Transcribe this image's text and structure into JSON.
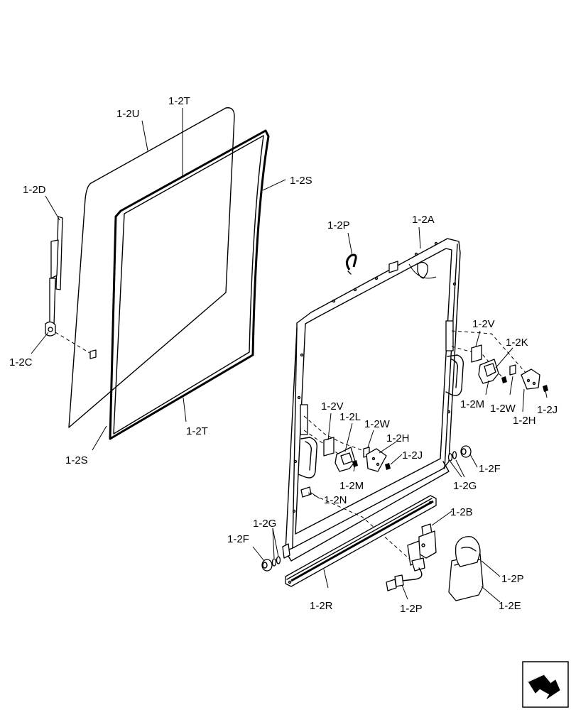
{
  "labels": {
    "U": "1-2U",
    "T_top": "1-2T",
    "S_right": "1-2S",
    "D": "1-2D",
    "C": "1-2C",
    "T_bottom": "1-2T",
    "S_left": "1-2S",
    "P_top": "1-2P",
    "A": "1-2A",
    "V_right": "1-2V",
    "K": "1-2K",
    "M_right": "1-2M",
    "W_right": "1-2W",
    "J_right": "1-2J",
    "H_right": "1-2H",
    "V_left": "1-2V",
    "L": "1-2L",
    "W_left": "1-2W",
    "H_left": "1-2H",
    "J_left": "1-2J",
    "M_left": "1-2M",
    "F_right": "1-2F",
    "G_right": "1-2G",
    "N": "1-2N",
    "B": "1-2B",
    "G_left": "1-2G",
    "F_left": "1-2F",
    "P_right": "1-2P",
    "E": "1-2E",
    "R": "1-2R",
    "P_bottom": "1-2P"
  },
  "icons": {
    "nav": "next-page-arrow-icon"
  }
}
